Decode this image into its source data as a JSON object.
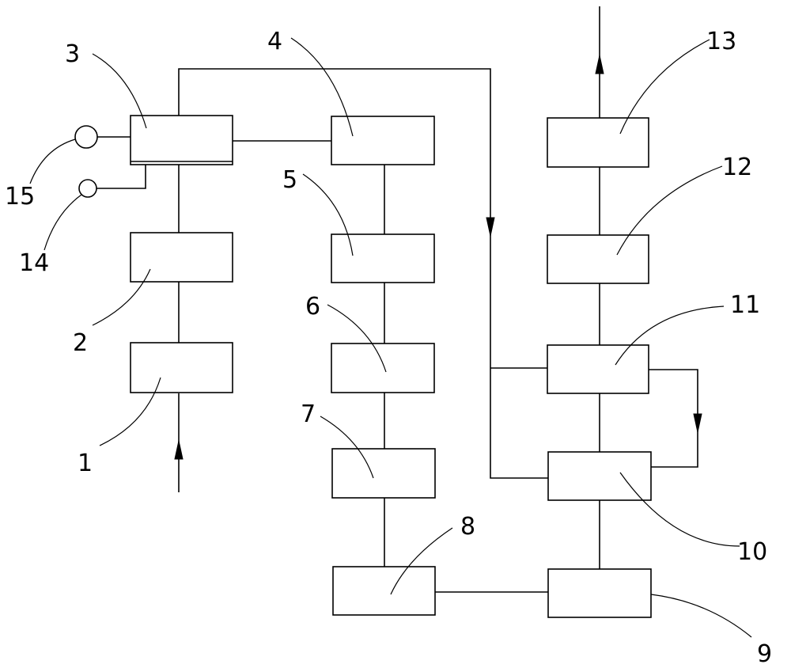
{
  "diagram": {
    "labels": {
      "n1": "1",
      "n2": "2",
      "n3": "3",
      "n4": "4",
      "n5": "5",
      "n6": "6",
      "n7": "7",
      "n8": "8",
      "n9": "9",
      "n10": "10",
      "n11": "11",
      "n12": "12",
      "n13": "13",
      "n14": "14",
      "n15": "15"
    }
  }
}
